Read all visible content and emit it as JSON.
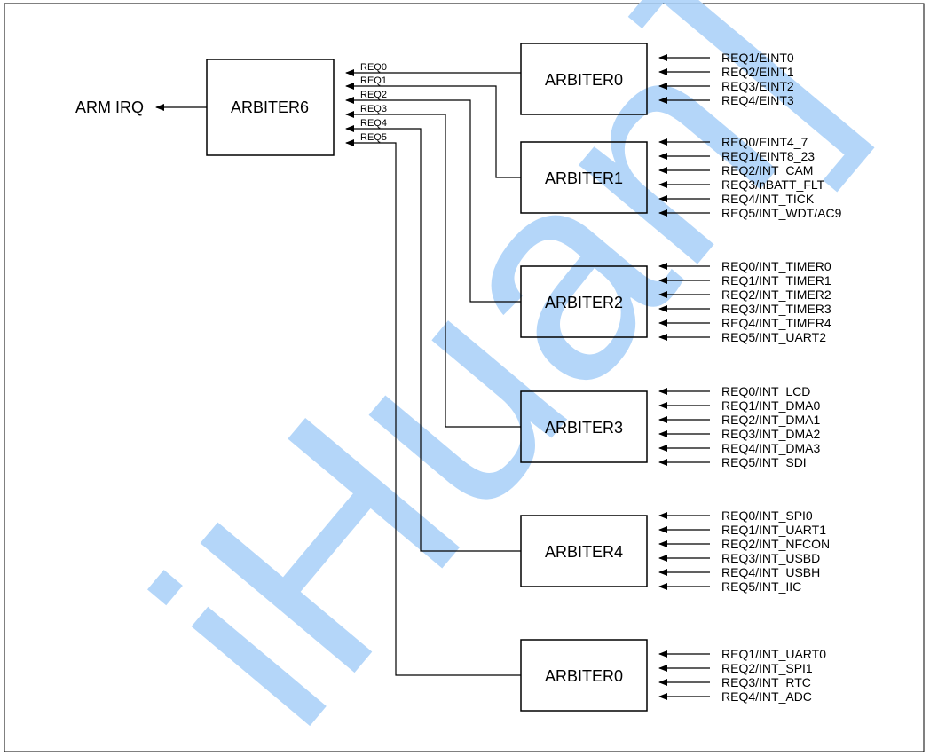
{
  "output_label": "ARM IRQ",
  "main_arbiter": {
    "label": "ARBITER6",
    "input_labels": [
      "REQ0",
      "REQ1",
      "REQ2",
      "REQ3",
      "REQ4",
      "REQ5"
    ]
  },
  "arbiters": [
    {
      "label": "ARBITER0",
      "inputs": [
        "REQ1/EINT0",
        "REQ2/EINT1",
        "REQ3/EINT2",
        "REQ4/EINT3"
      ]
    },
    {
      "label": "ARBITER1",
      "inputs": [
        "REQ0/EINT4_7",
        "REQ1/EINT8_23",
        "REQ2/INT_CAM",
        "REQ3/nBATT_FLT",
        "REQ4/INT_TICK",
        "REQ5/INT_WDT/AC9"
      ]
    },
    {
      "label": "ARBITER2",
      "inputs": [
        "REQ0/INT_TIMER0",
        "REQ1/INT_TIMER1",
        "REQ2/INT_TIMER2",
        "REQ3/INT_TIMER3",
        "REQ4/INT_TIMER4",
        "REQ5/INT_UART2"
      ]
    },
    {
      "label": "ARBITER3",
      "inputs": [
        "REQ0/INT_LCD",
        "REQ1/INT_DMA0",
        "REQ2/INT_DMA1",
        "REQ3/INT_DMA2",
        "REQ4/INT_DMA3",
        "REQ5/INT_SDI"
      ]
    },
    {
      "label": "ARBITER4",
      "inputs": [
        "REQ0/INT_SPI0",
        "REQ1/INT_UART1",
        "REQ2/INT_NFCON",
        "REQ3/INT_USBD",
        "REQ4/INT_USBH",
        "REQ5/INT_IIC"
      ]
    },
    {
      "label": "ARBITER0",
      "inputs": [
        "REQ1/INT_UART0",
        "REQ2/INT_SPI1",
        "REQ3/INT_RTC",
        "REQ4/INT_ADC"
      ]
    }
  ],
  "watermark": "iHuan]",
  "colors": {
    "line": "#000000",
    "watermark": "#a8d0f8"
  }
}
